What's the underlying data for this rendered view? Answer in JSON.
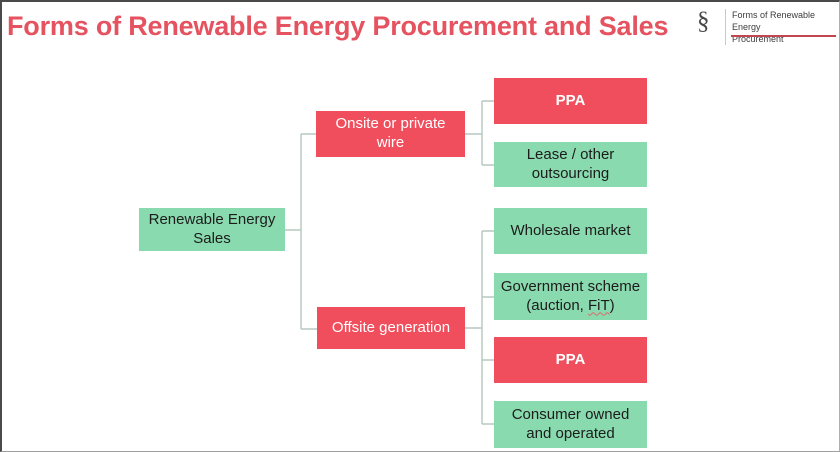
{
  "slide": {
    "title": "Forms of Renewable Energy Procurement and Sales",
    "logo": {
      "symbol": "§",
      "line1": "Forms of Renewable Energy",
      "line2": "Procurement"
    }
  },
  "colors": {
    "title_red": "#e4535f",
    "node_red": "#f04e5c",
    "node_green": "#89daae",
    "brand_red": "#c2464f",
    "connector": "#b5c8bf"
  },
  "diagram": {
    "root": {
      "label": "Renewable Energy Sales",
      "color": "green"
    },
    "branches": [
      {
        "label": "Onsite or private wire",
        "color": "red",
        "children": [
          {
            "label": "PPA",
            "color": "red",
            "bold": true
          },
          {
            "label": "Lease / other outsourcing",
            "color": "green"
          }
        ]
      },
      {
        "label": "Offsite generation",
        "color": "red",
        "children": [
          {
            "label": "Wholesale market",
            "color": "green"
          },
          {
            "label": "Government scheme (auction, FiT)",
            "color": "green",
            "parts": {
              "line1": "Government scheme",
              "pre": "(auction, ",
              "fit": "FiT",
              "post": ")"
            }
          },
          {
            "label": "PPA",
            "color": "red",
            "bold": true
          },
          {
            "label": "Consumer owned and operated",
            "color": "green"
          }
        ]
      }
    ]
  }
}
